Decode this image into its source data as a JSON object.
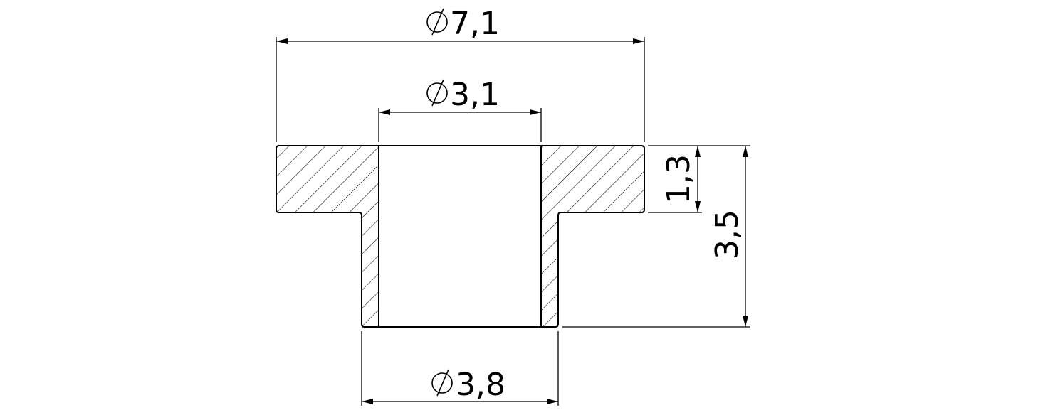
{
  "drawing": {
    "type": "bushing-cross-section",
    "dimensions": {
      "outer_flange_diameter": {
        "symbol": "diameter",
        "value": "7,1"
      },
      "inner_bore_diameter": {
        "symbol": "diameter",
        "value": "3,1"
      },
      "sleeve_outer_diameter": {
        "symbol": "diameter",
        "value": "3,8"
      },
      "flange_thickness": {
        "value": "1,3"
      },
      "overall_height": {
        "value": "3,5"
      }
    }
  }
}
